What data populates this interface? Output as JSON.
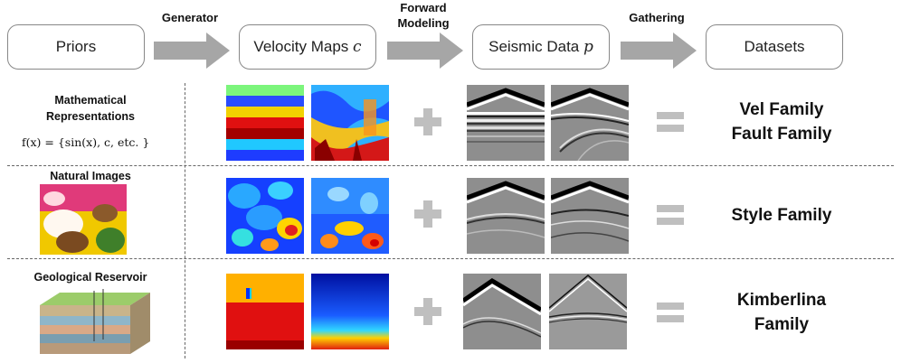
{
  "stages": {
    "priors": "Priors",
    "velocity": "Velocity Maps",
    "velocity_var": "c",
    "seismic": "Seismic Data",
    "seismic_var": "p",
    "datasets": "Datasets"
  },
  "arrows": {
    "generator": "Generator",
    "forward_1": "Forward",
    "forward_2": "Modeling",
    "gathering": "Gathering"
  },
  "rows": [
    {
      "title_1": "Mathematical",
      "title_2": "Representations",
      "formula": "f(x) = {sin(x), c, etc. }",
      "family_1": "Vel Family",
      "family_2": "Fault Family"
    },
    {
      "title_1": "Natural Images",
      "family_1": "Style Family"
    },
    {
      "title_1": "Geological Reservoir",
      "family_1": "Kimberlina",
      "family_2": "Family"
    }
  ],
  "colors": {
    "arrow": "#a6a6a6",
    "border": "#888888",
    "dash": "#666666",
    "symbol": "#bfbfbf"
  },
  "icons": [
    "plus-icon",
    "equals-icon"
  ]
}
